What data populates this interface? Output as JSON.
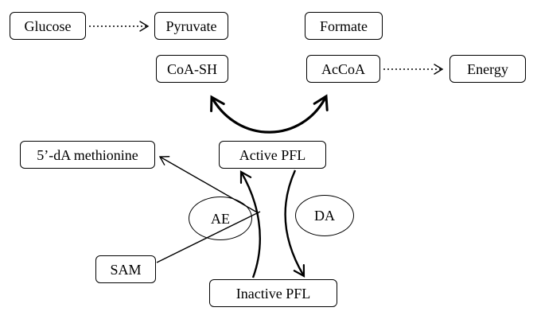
{
  "nodes": {
    "glucose": {
      "label": "Glucose"
    },
    "pyruvate": {
      "label": "Pyruvate"
    },
    "formate": {
      "label": "Formate"
    },
    "coa_sh": {
      "label": "CoA-SH"
    },
    "accoa": {
      "label": "AcCoA"
    },
    "energy": {
      "label": "Energy"
    },
    "active_pfl": {
      "label": "Active PFL"
    },
    "da_methionine": {
      "label": "5’-dA methionine"
    },
    "sam": {
      "label": "SAM"
    },
    "inactive_pfl": {
      "label": "Inactive PFL"
    },
    "ae": {
      "label": "AE"
    },
    "da": {
      "label": "DA"
    }
  },
  "edges": [
    {
      "from": "Glucose",
      "to": "Pyruvate",
      "style": "dotted-arrow"
    },
    {
      "from": "AcCoA",
      "to": "Energy",
      "style": "dotted-arrow"
    },
    {
      "from": "Active PFL",
      "to": "Pyruvate / CoA-SH",
      "style": "thick-curved-arrow"
    },
    {
      "from": "Active PFL",
      "to": "Formate / AcCoA",
      "style": "thick-curved-arrow"
    },
    {
      "from": "Inactive PFL",
      "to": "Active PFL",
      "style": "curved-arrow",
      "via": "AE"
    },
    {
      "from": "Active PFL",
      "to": "Inactive PFL",
      "style": "curved-arrow",
      "via": "DA"
    },
    {
      "from": "SAM",
      "to": "AE",
      "style": "line"
    },
    {
      "from": "AE",
      "to": "5’-dA methionine",
      "style": "arrow"
    }
  ],
  "colors": {
    "stroke": "#000000",
    "background": "#ffffff"
  }
}
